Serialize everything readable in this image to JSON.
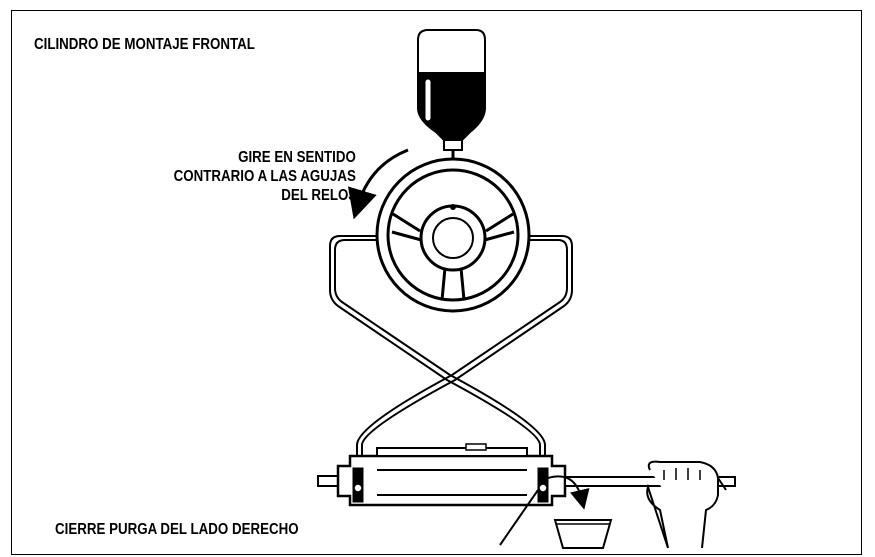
{
  "diagram": {
    "title": "CILINDRO DE MONTAJE FRONTAL",
    "rotate_label": {
      "line1": "GIRE EN SENTIDO",
      "line2": "CONTRARIO A LAS AGUJAS",
      "line3": "DEL RELOJ"
    },
    "bleed_label": "CIERRE PURGA DEL LADO DERECHO"
  }
}
